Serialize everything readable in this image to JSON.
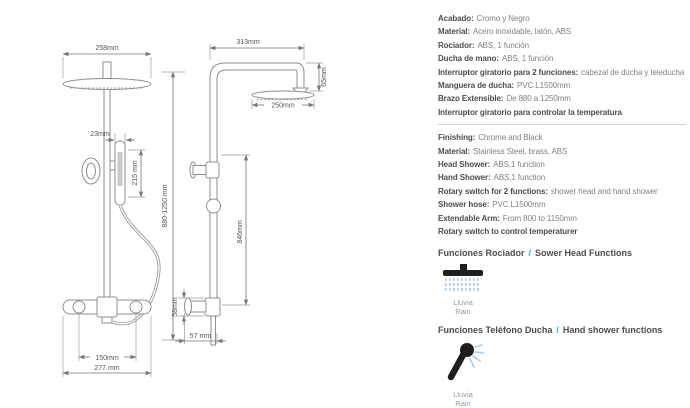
{
  "drawing": {
    "front_view": {
      "head_width": "258mm",
      "hand_shower_width": "23mm",
      "hand_shower_height": "215 mm",
      "inlet_spacing": "150mm",
      "valve_width": "277 mm"
    },
    "overall_height": "880-1250 mm",
    "side_view": {
      "arm_length": "313mm",
      "head_drop": "65mm",
      "head_diameter": "250mm",
      "column_height": "846mm",
      "valve_height": "58mm",
      "valve_depth": "57 mm"
    }
  },
  "specs_es": {
    "rows": [
      {
        "label": "Acabado:",
        "value": "Cromo y Negro"
      },
      {
        "label": "Material:",
        "value": "Acero inoxidable, latón, ABS"
      },
      {
        "label": "Rociador:",
        "value": "ABS, 1 función"
      },
      {
        "label": "Ducha de mano:",
        "value": "ABS, 1 función"
      },
      {
        "label": "Interruptor giratorio para 2 funciones:",
        "value": "cabezal de ducha y teleducha"
      },
      {
        "label": "Manguera de ducha:",
        "value": "PVC.L1500mm"
      },
      {
        "label": "Brazo Extensible:",
        "value": "De 880 a 1250mm"
      },
      {
        "label": "Interruptor giratorio para controlar la temperatura",
        "value": ""
      }
    ]
  },
  "specs_en": {
    "rows": [
      {
        "label": "Finishing:",
        "value": "Chrome and Black"
      },
      {
        "label": "Material:",
        "value": "Stainless Steel, brass, ABS"
      },
      {
        "label": "Head Shower:",
        "value": "ABS,1 function"
      },
      {
        "label": "Hand Shower:",
        "value": "ABS,1 function"
      },
      {
        "label": "Rotary switch for 2 functions:",
        "value": "shower head and hand shower"
      },
      {
        "label": "Shower hose:",
        "value": "PVC.L1500mm"
      },
      {
        "label": "Extendable Arm:",
        "value": "From 800 to 1150mm"
      },
      {
        "label": "Rotary switch to control temperaturer",
        "value": ""
      }
    ]
  },
  "functions": {
    "head_shower": {
      "title_es": "Funciones Rociador",
      "slash": "/",
      "title_en": "Sower Head Functions",
      "mode_es": "Lluvia",
      "mode_en": "Rain"
    },
    "hand_shower": {
      "title_es": "Funciones Teléfono Ducha",
      "slash": "/",
      "title_en": "Hand shower functions",
      "mode_es": "Lluvia",
      "mode_en": "Rain"
    }
  },
  "colors": {
    "text_label": "#4D4D4D",
    "text_value": "#808285",
    "spray_blue": "#A9CBE8",
    "slash_teal": "#2BAAE2",
    "divider": "#D1D3D4",
    "drawing_line": "#8F8F8F",
    "dim_text": "#555555"
  }
}
